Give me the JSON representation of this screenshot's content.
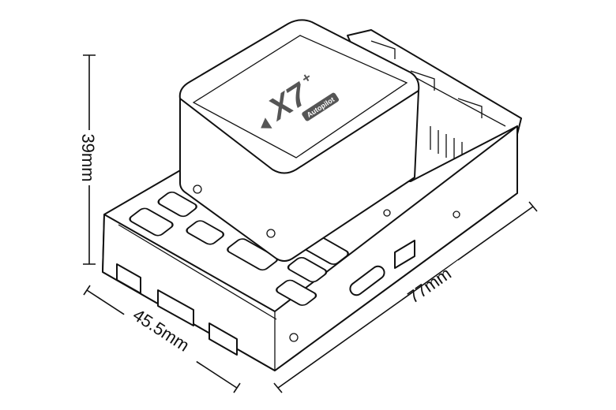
{
  "product": {
    "model": "X7",
    "model_suffix": "+",
    "badge": "Autopilot"
  },
  "dimensions": {
    "height": "39mm",
    "width": "45.5mm",
    "length": "77mm"
  },
  "colors": {
    "line": "#111111",
    "logo": "#555555",
    "background": "#ffffff"
  }
}
